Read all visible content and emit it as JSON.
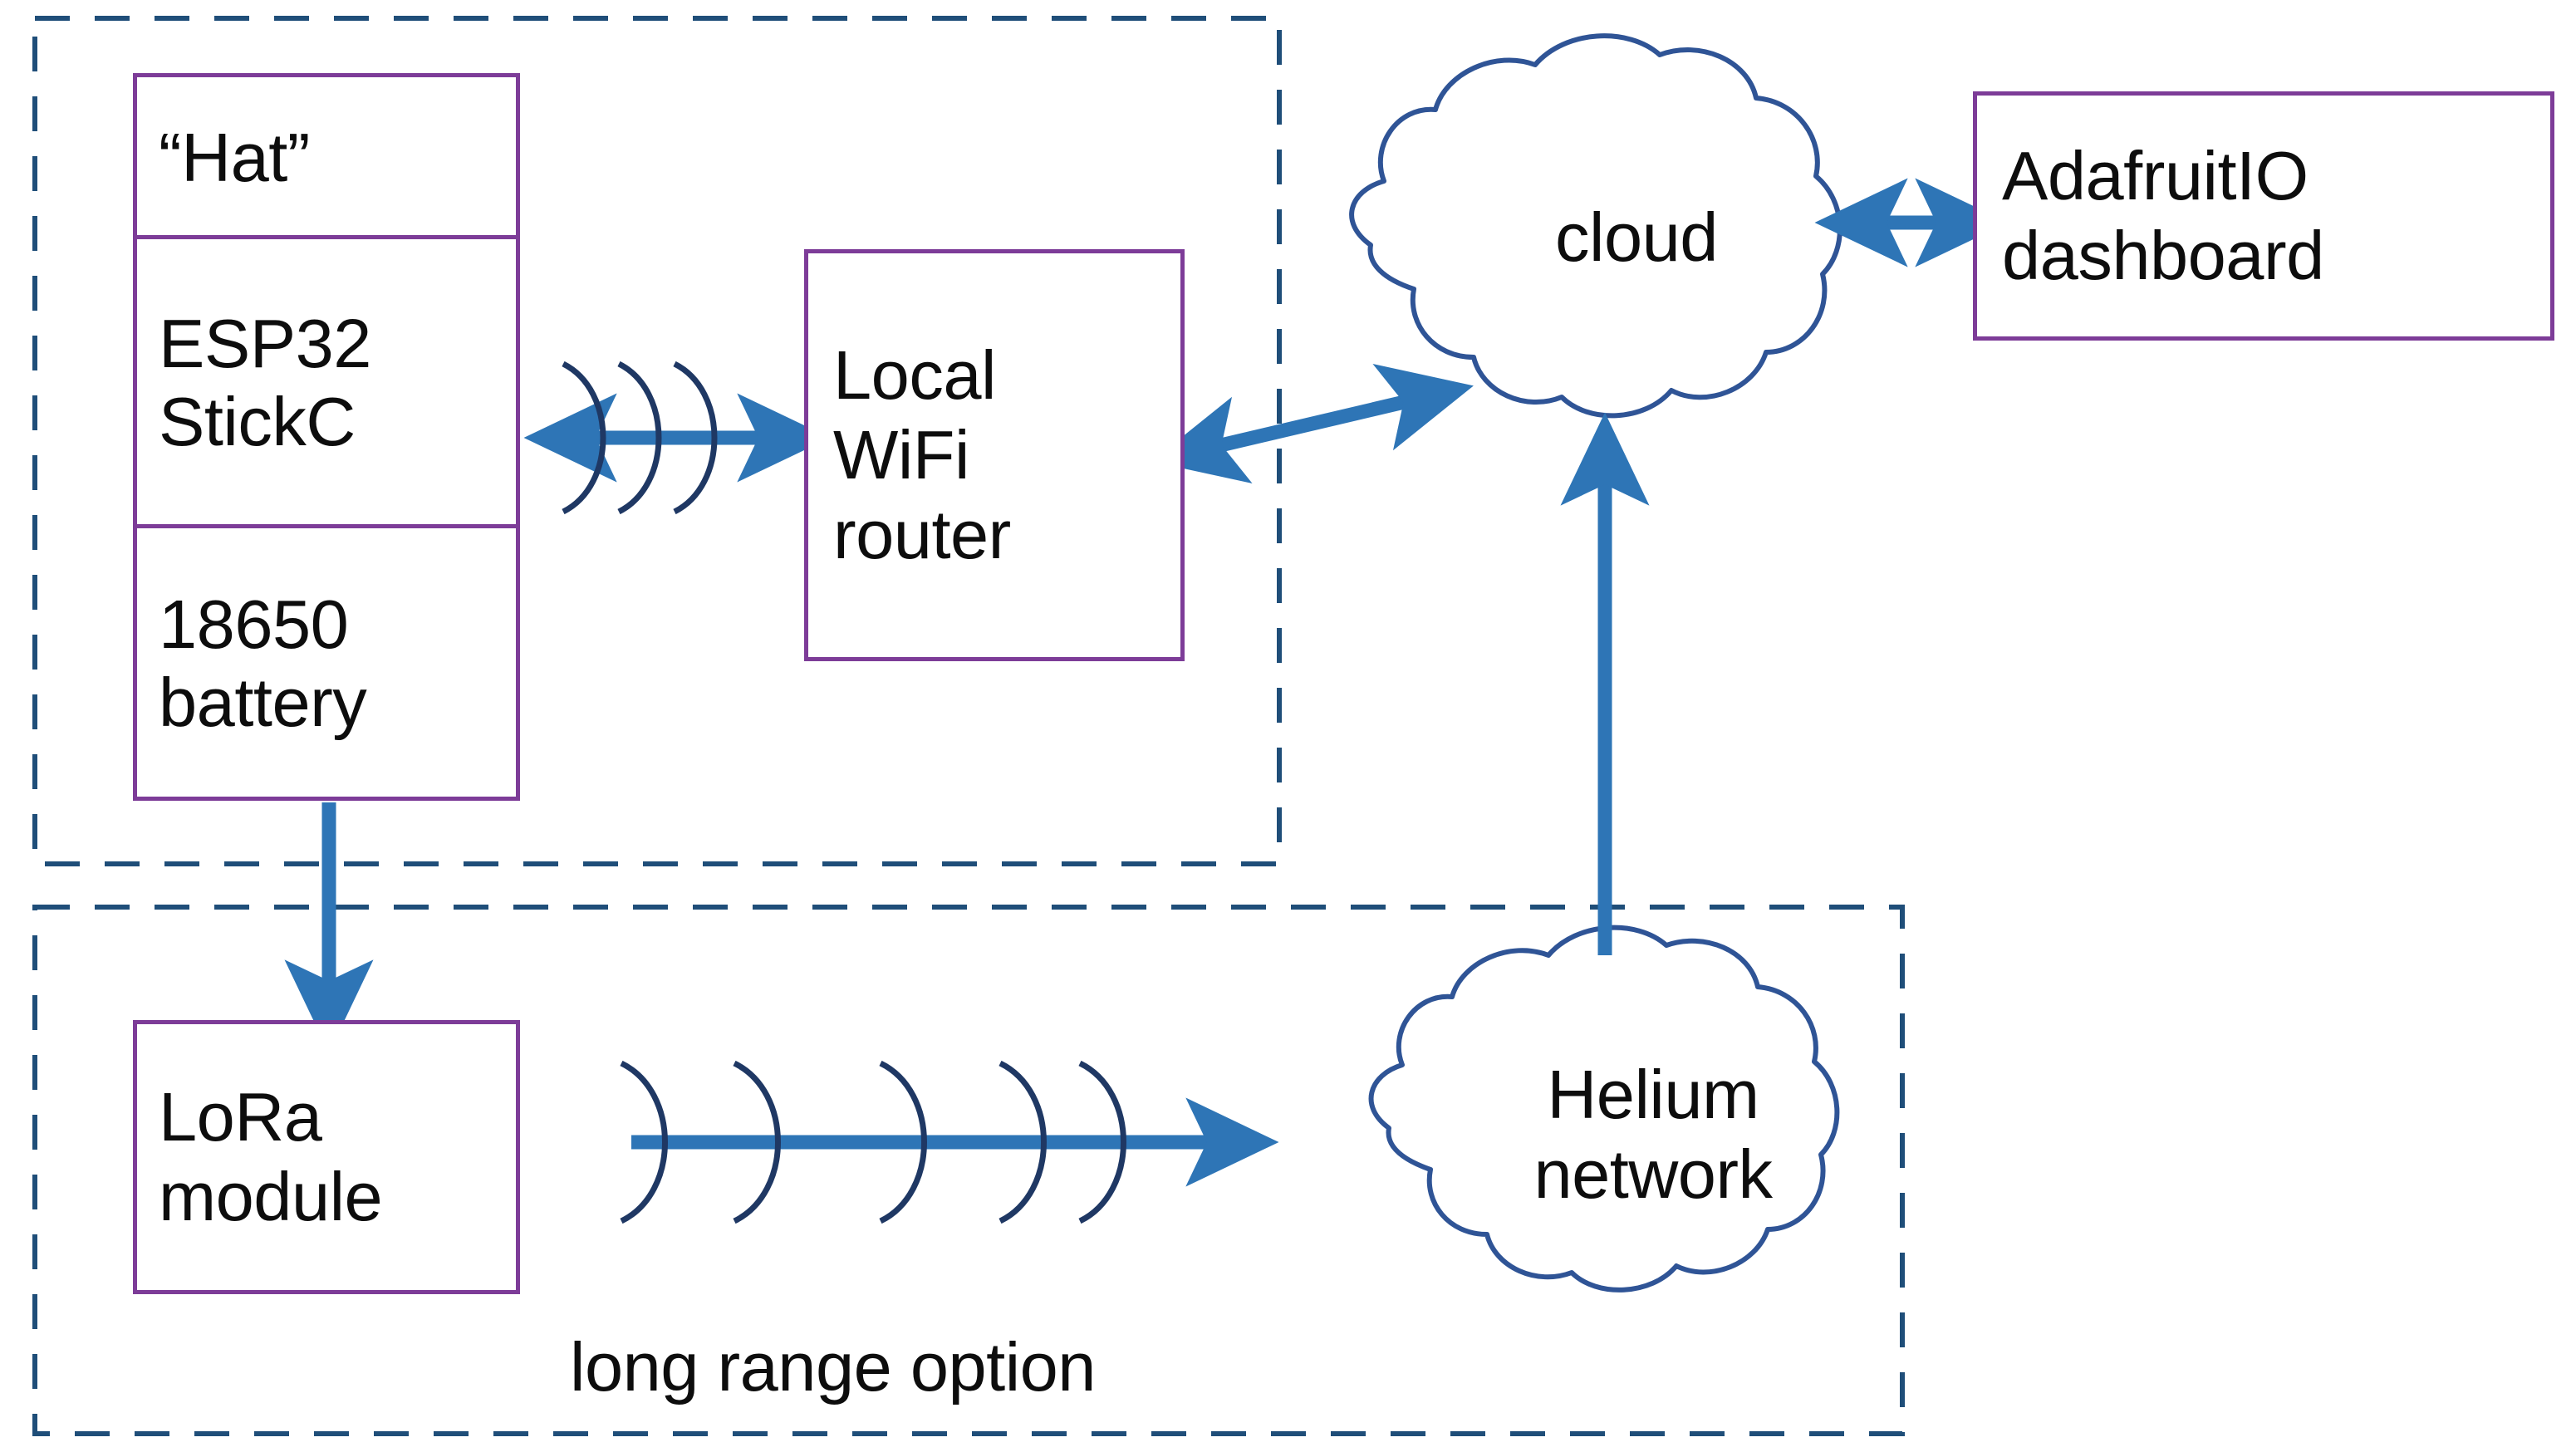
{
  "diagram": {
    "title": "IoT sensor node connectivity block diagram",
    "colors": {
      "box_border": "#7D3C98",
      "arrow_blue": "#2E75B6",
      "cloud_outline": "#2F5496",
      "dashed_group": "#1F4E79",
      "text": "#0d0d0d",
      "background": "#ffffff"
    },
    "groups": [
      {
        "id": "wifi-group",
        "label": "",
        "style": "dashed"
      },
      {
        "id": "long-range-group",
        "label": "long range option",
        "style": "dashed"
      }
    ],
    "hat_assembly": {
      "name": "Hat stack",
      "cells": [
        {
          "id": "hat-title",
          "label": "“Hat”"
        },
        {
          "id": "hat-mcu",
          "label": "ESP32\nStickC"
        },
        {
          "id": "hat-battery",
          "label": "18650\nbattery"
        }
      ]
    },
    "boxes": [
      {
        "id": "router",
        "label": "Local\nWiFi\nrouter"
      },
      {
        "id": "dashboard",
        "label": "AdafruitIO\ndashboard"
      },
      {
        "id": "lora",
        "label": "LoRa\nmodule"
      }
    ],
    "clouds": [
      {
        "id": "cloud",
        "label": "cloud"
      },
      {
        "id": "helium",
        "label": "Helium\nnetwork"
      }
    ],
    "labels": {
      "long_range_option": "long range option"
    },
    "connections": [
      {
        "id": "stickc-to-router",
        "from": "hat-mcu",
        "to": "router",
        "type": "wireless-bidirectional",
        "arcs": 3
      },
      {
        "id": "router-to-cloud",
        "from": "router",
        "to": "cloud",
        "type": "bidirectional"
      },
      {
        "id": "cloud-to-dashboard",
        "from": "cloud",
        "to": "dashboard",
        "type": "bidirectional"
      },
      {
        "id": "battery-to-lora",
        "from": "hat-battery",
        "to": "lora",
        "type": "directed-down"
      },
      {
        "id": "lora-to-helium",
        "from": "lora",
        "to": "helium",
        "type": "wireless-directed",
        "arcs": 5
      },
      {
        "id": "helium-to-cloud",
        "from": "helium",
        "to": "cloud",
        "type": "directed-up"
      }
    ]
  }
}
